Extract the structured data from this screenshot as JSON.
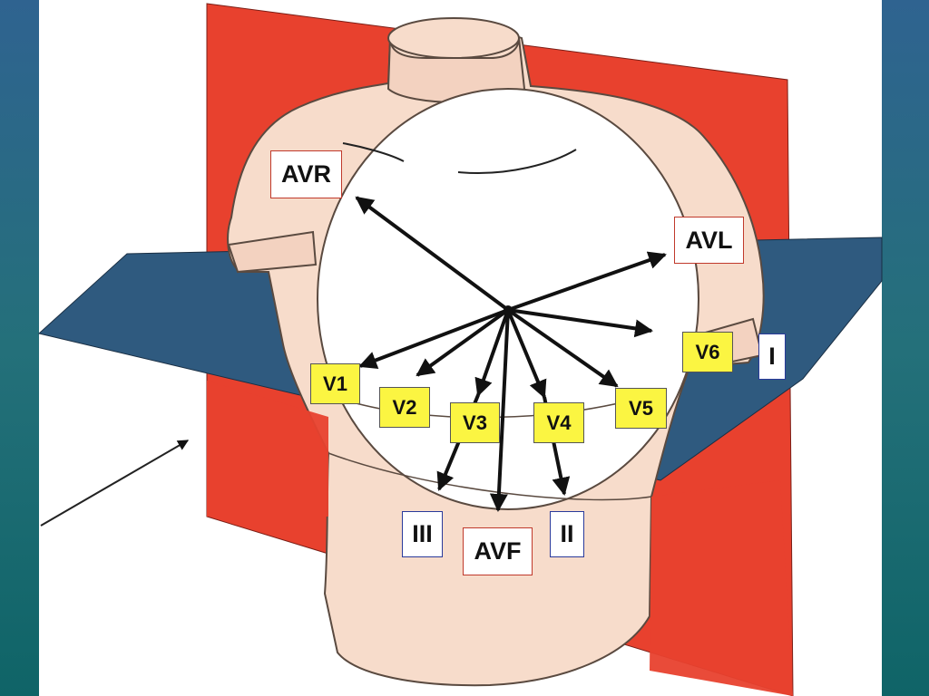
{
  "colors": {
    "frontal_plane": "#e8412e",
    "horizontal_plane": "#2f5a7f",
    "torso": "#f7dccb",
    "arrow": "#111111",
    "precordial_label_bg": "#fbf542"
  },
  "labels": {
    "avr": "AVR",
    "avl": "AVL",
    "i": "I",
    "ii": "II",
    "iii": "III",
    "avf": "AVF",
    "v1": "V1",
    "v2": "V2",
    "v3": "V3",
    "v4": "V4",
    "v5": "V5",
    "v6": "V6"
  }
}
